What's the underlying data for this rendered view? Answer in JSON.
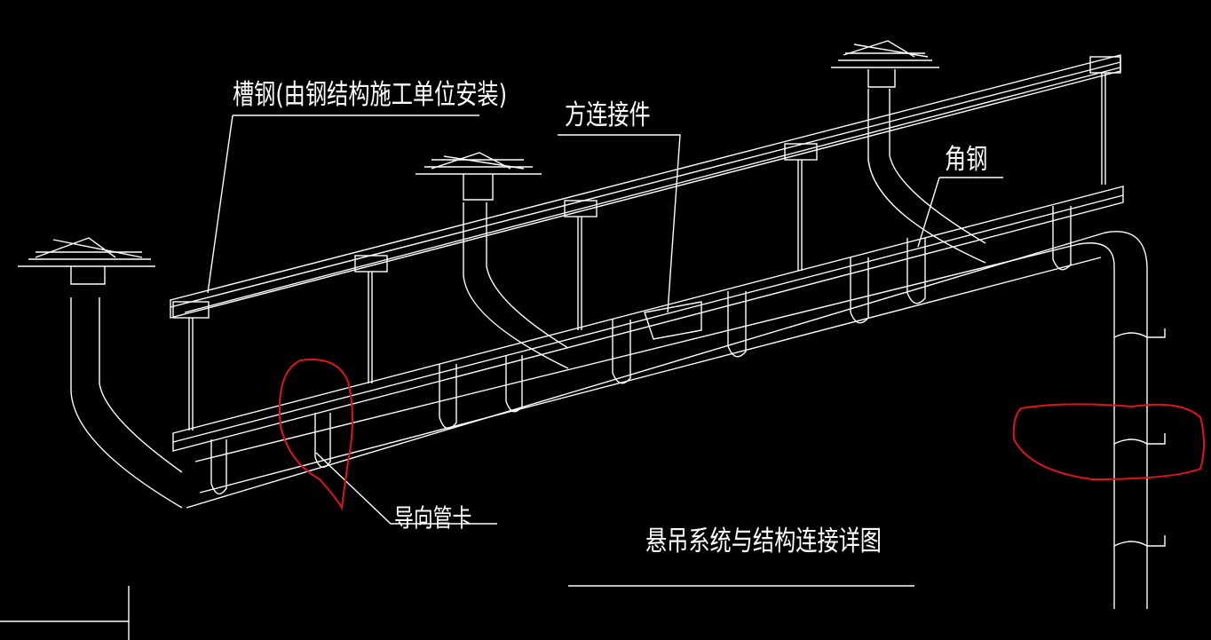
{
  "colors": {
    "background": "#000000",
    "line": "#ffffff",
    "markup": "#e0141e"
  },
  "labels": {
    "channel_steel": "槽钢(由钢结构施工单位安装)",
    "square_connector": "方连接件",
    "angle_steel": "角钢",
    "guide_clamp": "导向管卡",
    "drawing_title": "悬吊系统与结构连接详图"
  }
}
